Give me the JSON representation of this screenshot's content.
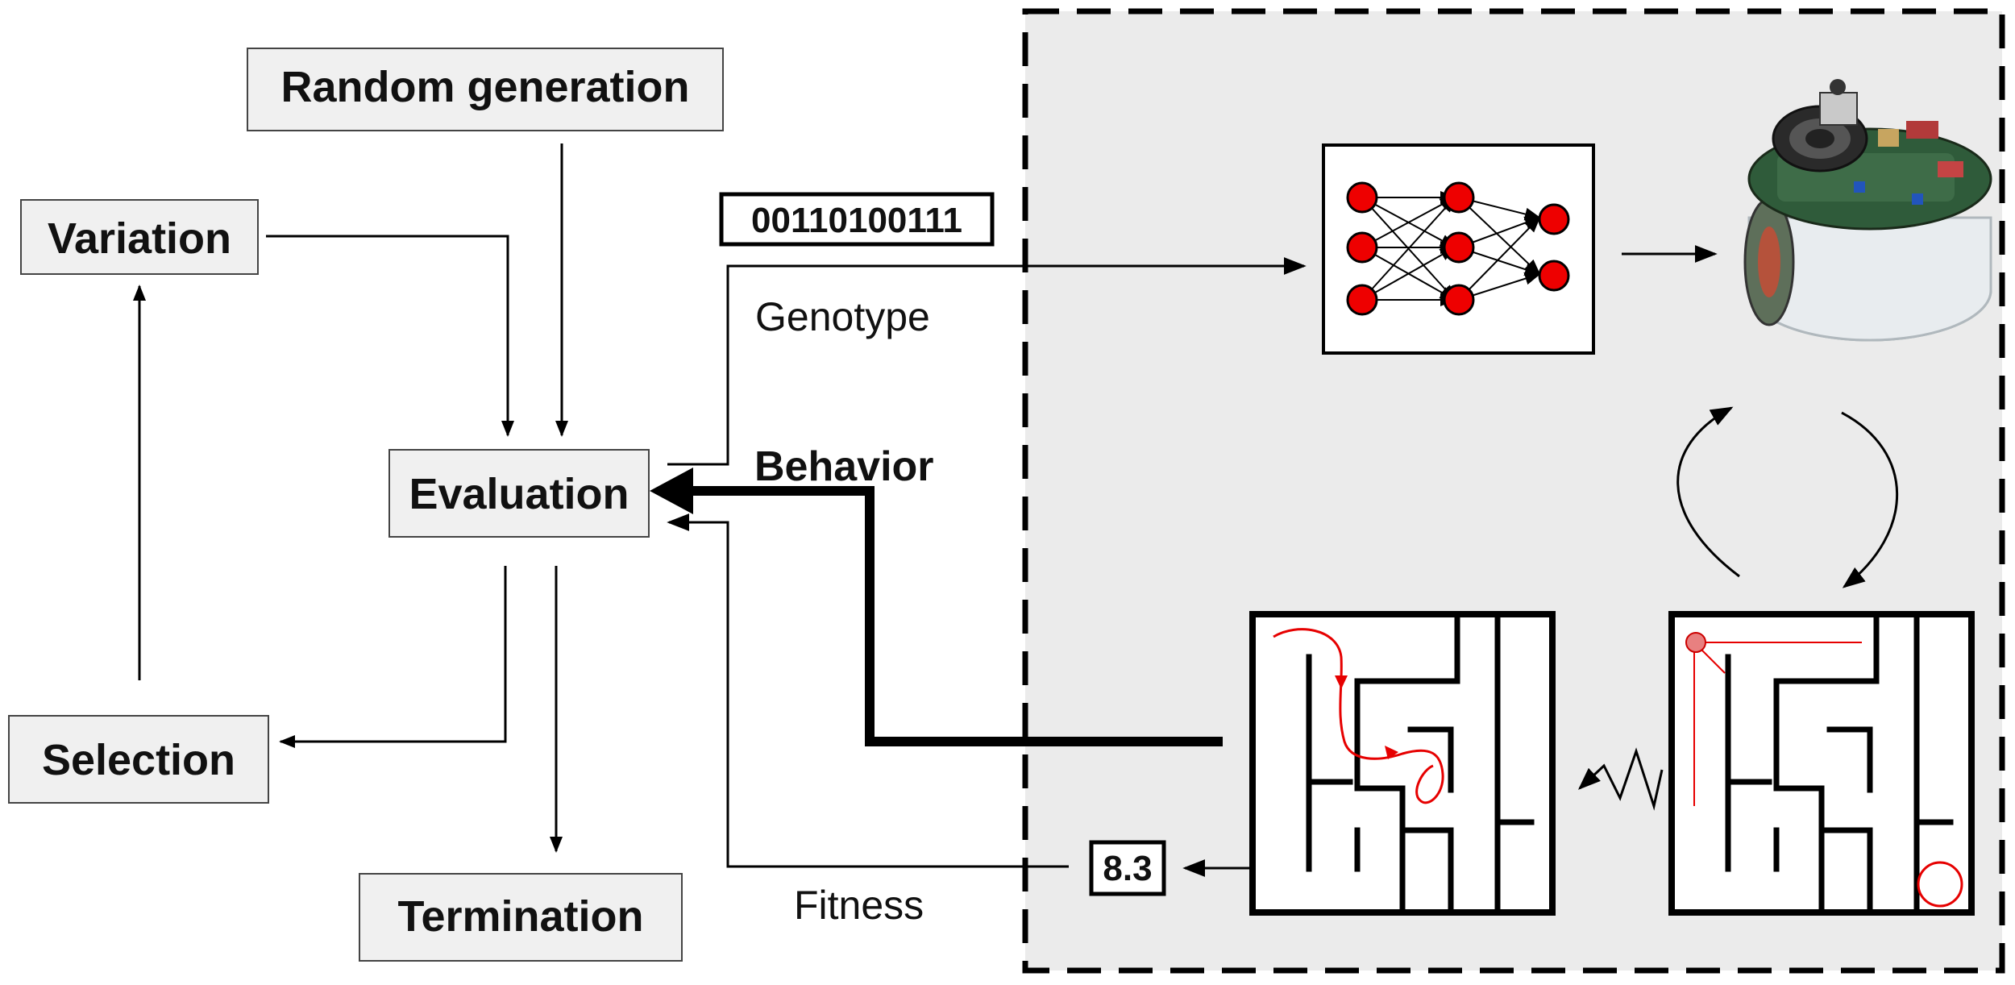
{
  "steps": {
    "random_generation": "Random generation",
    "variation": "Variation",
    "evaluation": "Evaluation",
    "selection": "Selection",
    "termination": "Termination"
  },
  "genotype": {
    "bits": "00110100111",
    "label": "Genotype"
  },
  "behavior": {
    "label": "Behavior"
  },
  "fitness": {
    "value": "8.3",
    "label": "Fitness"
  },
  "colors": {
    "box_fill": "#f0f0f0",
    "panel_fill": "#ebebeb",
    "neuron": "#ee0000",
    "trajectory": "#e60000"
  },
  "icons": {
    "network": "neural-network-icon",
    "robot": "robot-icon",
    "maze": "maze-icon"
  }
}
